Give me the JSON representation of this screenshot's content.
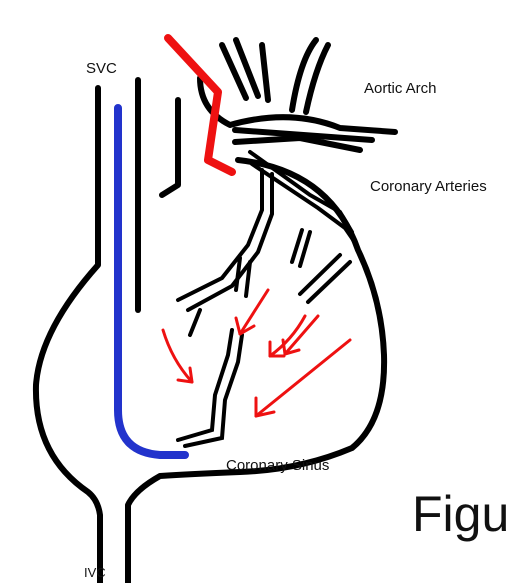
{
  "labels": {
    "svc": "SVC",
    "aortic_arch": "Aortic Arch",
    "coronary_arteries": "Coronary Arteries",
    "coronary_sinus": "Coronary Sinus",
    "ivc": "IVC",
    "figure_fragment": "Figu"
  },
  "colors": {
    "outline": "#000000",
    "svc_line": "#2233cc",
    "artery_highlight": "#ee1111",
    "flow_arrows": "#ee1111"
  }
}
